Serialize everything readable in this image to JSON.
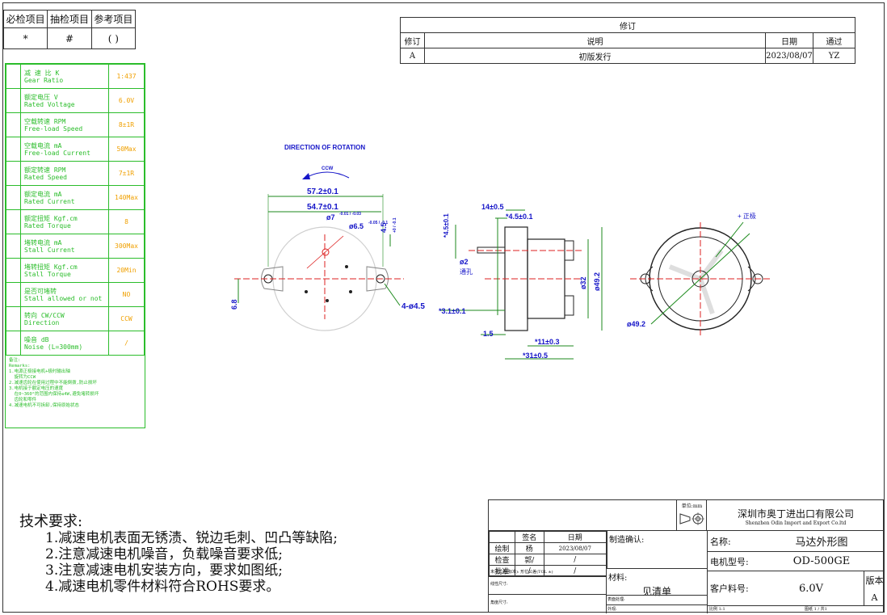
{
  "inspection": {
    "headers": [
      "必检项目",
      "抽检项目",
      "参考项目"
    ],
    "symbols": [
      "*",
      "#",
      "( )"
    ]
  },
  "revision": {
    "title": "修订",
    "headers": {
      "rev": "修订",
      "desc": "说明",
      "date": "日期",
      "approve": "通过"
    },
    "row": {
      "rev": "A",
      "desc": "初版发行",
      "date": "2023/08/07",
      "approve": "YZ"
    }
  },
  "specs": [
    {
      "cn": "减 速 比 K",
      "en": "Gear Ratio",
      "value": "1:437"
    },
    {
      "cn": "额定电压 V",
      "en": "Rated Voltage",
      "value": "6.0V"
    },
    {
      "cn": "空载转速 RPM",
      "en": "Free-load Speed",
      "value": "8±1R"
    },
    {
      "cn": "空载电流 mA",
      "en": "Free-load Current",
      "value": "50Max"
    },
    {
      "cn": "额定转速 RPM",
      "en": "Rated Speed",
      "value": "7±1R"
    },
    {
      "cn": "额定电流 mA",
      "en": "Rated Current",
      "value": "140Max"
    },
    {
      "cn": "额定扭矩 Kgf.cm",
      "en": "Rated Torque",
      "value": "8"
    },
    {
      "cn": "堵转电流 mA",
      "en": "Stall Current",
      "value": "300Max"
    },
    {
      "cn": "堵转扭矩 Kgf.cm",
      "en": "Stall Torque",
      "value": "20Min"
    },
    {
      "cn": "是否可堵转",
      "en": "Stall allowed or not",
      "value": "NO"
    },
    {
      "cn": "转向 CW/CCW",
      "en": "Direction",
      "value": "CCW"
    },
    {
      "cn": "噪音 dB",
      "en": "Noise (L=300mm)",
      "value": "/"
    }
  ],
  "spec_notes": [
    "备注:",
    "Remarks:",
    "1.电源正极接电机+极时输出轴",
    "  旋转为CCW",
    "2.减速齿轮在使用过程中不能倒拨,防止损坏",
    "3.电机接于额定电压的速度",
    "  在0~360°的范围内保持≤4W,避免堵转损坏",
    "  齿轮和零件",
    "4.减速电机不可拆卸,保持原始状态"
  ],
  "drawing": {
    "rotation_title": "DIRECTION OF ROTATION",
    "rotation_dir": "CCW",
    "front": {
      "d1": "57.2±0.1",
      "d2": "54.7±0.1",
      "d3a": "ø7",
      "d3a_tol": "-0.01 / -0.03",
      "d3b": "ø6.5",
      "d3b_tol": "-0.05 / -0.1",
      "d4": "4.5",
      "d4_tol": "+0 / -0.1",
      "d5": "6.8",
      "d6": "4-ø4.5"
    },
    "side": {
      "d1": "14±0.5",
      "d2": "*4.5±0.1",
      "d3": "*4.5±0.1",
      "d4": "ø2",
      "d4_note": "通孔",
      "d5": "ø32",
      "d6": "ø49.2",
      "d7": "*3.1±0.1",
      "d8": "1.5",
      "d9": "*11±0.3",
      "d10": "*31±0.5"
    },
    "back": {
      "label": "+ 正极",
      "d1": "ø49.2"
    }
  },
  "requirements": {
    "title": "技术要求:",
    "items": [
      "1.减速电机表面无锈渍、锐边毛刺、凹凸等缺陷;",
      "2.注意减速电机噪音，负载噪音要求低;",
      "3.注意减速电机安装方向，要求如图纸;",
      "4.减速电机零件材料符合ROHS要求。"
    ]
  },
  "titleblock": {
    "unit": "单位:mm",
    "company_cn": "深圳市奥丁进出口有限公司",
    "company_en": "Shenzhen Odin Import and Export Co.ltd",
    "sign_header": "签名",
    "date_header": "日期",
    "draw": "绘制",
    "draw_sign": "杨",
    "draw_date": "2023/08/07",
    "check": "检查",
    "check_sign": "郭/",
    "check_date": "/",
    "approve": "批准",
    "approve_sign": "/",
    "approve_date": "/",
    "mfr_confirm": "制造确认:",
    "material_label": "材料:",
    "material_value": "见清单",
    "name_label": "名称:",
    "name_value": "马达外形图",
    "model_label": "电机型号:",
    "model_value": "OD-500GE",
    "part_label": "客户料号:",
    "part_value": "6.0V",
    "version_label": "版本",
    "version_value": "A",
    "tol_label": "未注公差(标准):",
    "tol_value": "形位公差(TOL ±)",
    "scale": "比例 1:1",
    "sheet": "图纸 1 / 共1",
    "linear": "线性尺寸:",
    "angle": "角度尺寸:",
    "surface": "表面处理:",
    "outline": "外观:"
  }
}
